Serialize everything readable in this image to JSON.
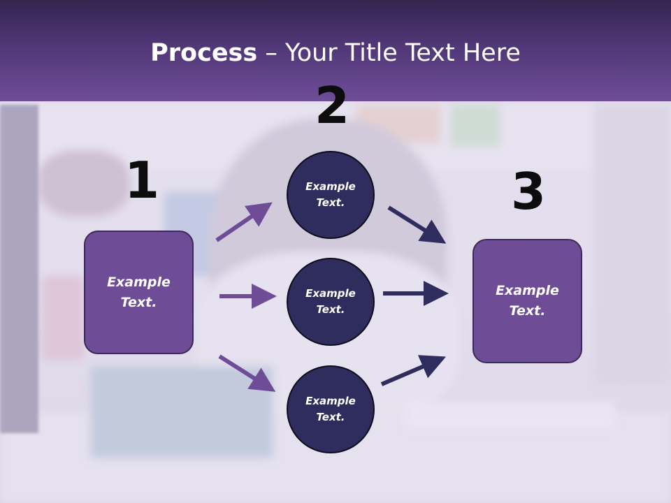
{
  "title": {
    "bold": "Process",
    "rest": " – Your Title Text Here"
  },
  "steps": [
    {
      "number": "1",
      "line1": "Example",
      "line2": "Text."
    },
    {
      "number": "2"
    },
    {
      "number": "3",
      "line1": "Example",
      "line2": "Text."
    }
  ],
  "circles": [
    {
      "line1": "Example",
      "line2": "Text."
    },
    {
      "line1": "Example",
      "line2": "Text."
    },
    {
      "line1": "Example",
      "line2": "Text."
    }
  ],
  "colors": {
    "title_bar": "#6f4d98",
    "box_fill": "#6f4d96",
    "circle_fill": "#2f2c5e",
    "arrow_left": "#6f4d96",
    "arrow_right": "#2f2c5e"
  }
}
